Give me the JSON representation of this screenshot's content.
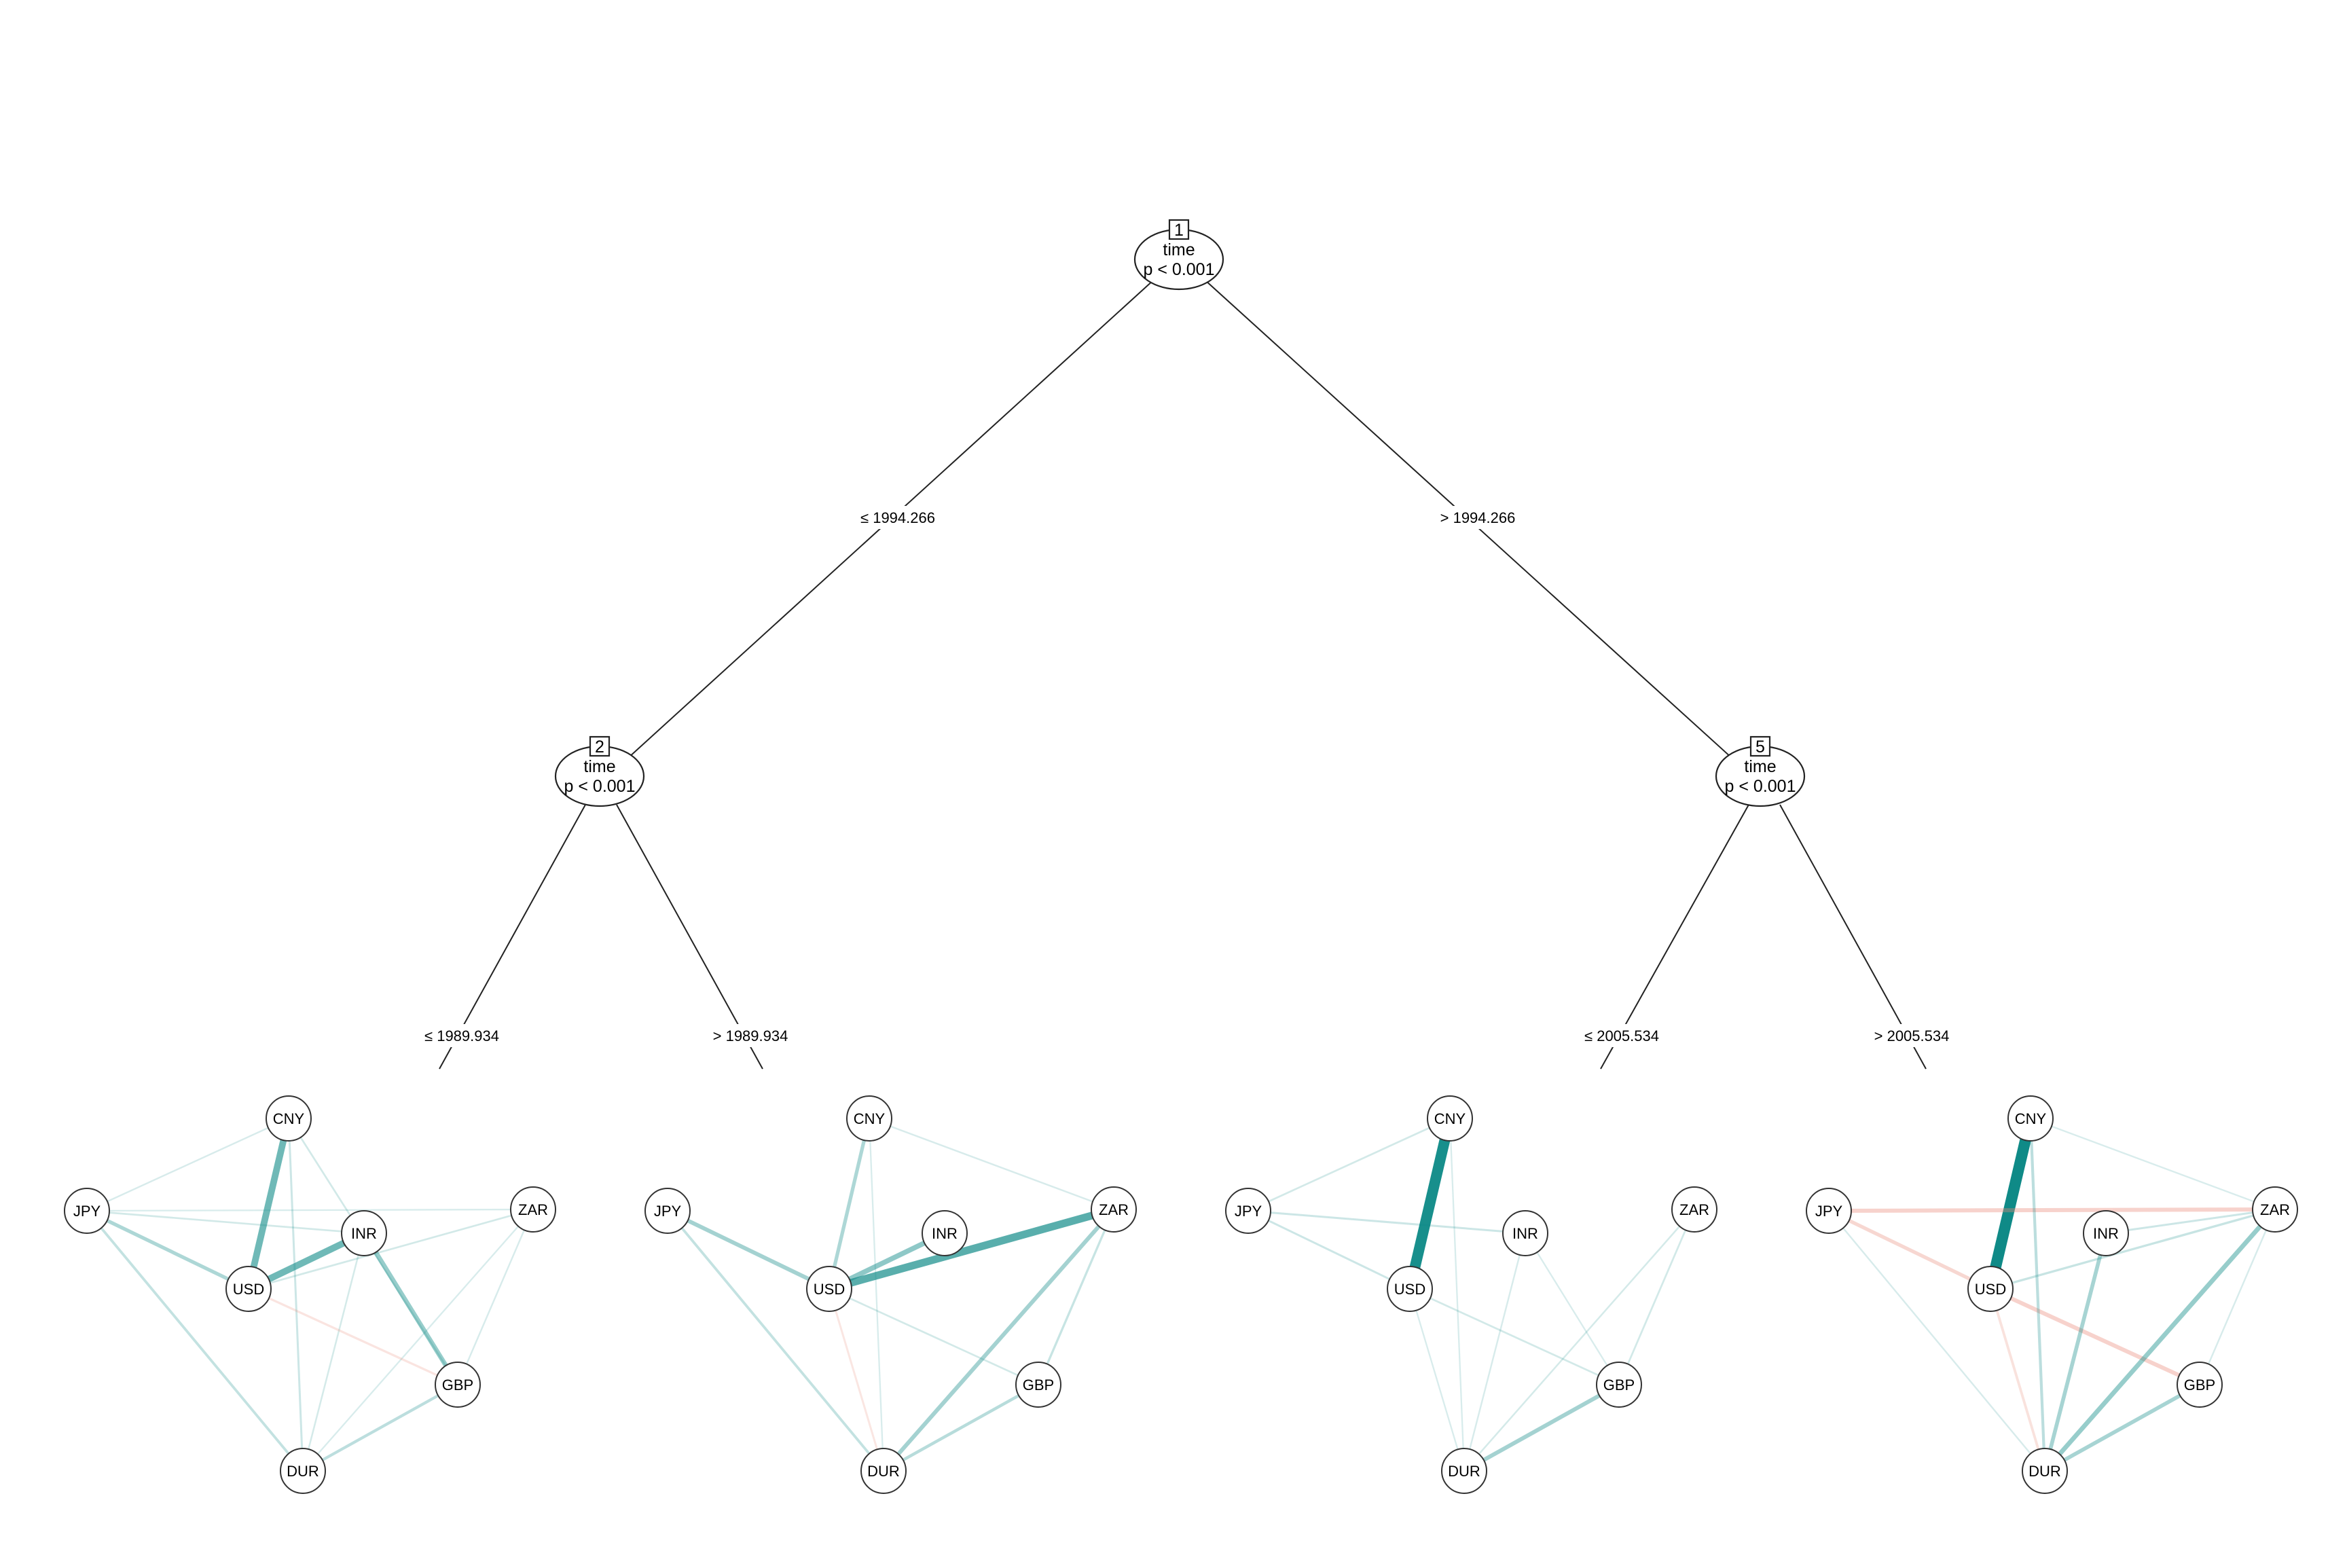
{
  "colors": {
    "positive": "#0f8a87",
    "negative": "#e98a78",
    "tree_line": "#222222",
    "background": "#ffffff"
  },
  "tree": {
    "inner_nodes": [
      {
        "id": "1",
        "variable": "time",
        "pvalue": "p < 0.001"
      },
      {
        "id": "2",
        "variable": "time",
        "pvalue": "p < 0.001"
      },
      {
        "id": "5",
        "variable": "time",
        "pvalue": "p < 0.001"
      }
    ],
    "splits": [
      {
        "from": "1",
        "to": "2",
        "label": "≤ 1994.266"
      },
      {
        "from": "1",
        "to": "5",
        "label": "> 1994.266"
      },
      {
        "from": "2",
        "to": "leaf1",
        "label": "≤ 1989.934"
      },
      {
        "from": "2",
        "to": "leaf2",
        "label": "> 1989.934"
      },
      {
        "from": "5",
        "to": "leaf3",
        "label": "≤ 2005.534"
      },
      {
        "from": "5",
        "to": "leaf4",
        "label": "> 2005.534"
      }
    ]
  },
  "network_nodes": [
    "CNY",
    "JPY",
    "INR",
    "ZAR",
    "USD",
    "GBP",
    "DUR"
  ],
  "leaves": [
    {
      "id": "leaf1",
      "edges": [
        {
          "a": "CNY",
          "b": "USD",
          "w": 0.55
        },
        {
          "a": "USD",
          "b": "INR",
          "w": 0.55
        },
        {
          "a": "INR",
          "b": "GBP",
          "w": 0.35
        },
        {
          "a": "JPY",
          "b": "USD",
          "w": 0.25
        },
        {
          "a": "JPY",
          "b": "DUR",
          "w": 0.15
        },
        {
          "a": "GBP",
          "b": "DUR",
          "w": 0.18
        },
        {
          "a": "CNY",
          "b": "DUR",
          "w": 0.1
        },
        {
          "a": "CNY",
          "b": "GBP",
          "w": 0.08
        },
        {
          "a": "CNY",
          "b": "JPY",
          "w": 0.06
        },
        {
          "a": "JPY",
          "b": "INR",
          "w": 0.08
        },
        {
          "a": "JPY",
          "b": "ZAR",
          "w": 0.05
        },
        {
          "a": "USD",
          "b": "ZAR",
          "w": 0.08
        },
        {
          "a": "INR",
          "b": "DUR",
          "w": 0.07
        },
        {
          "a": "ZAR",
          "b": "GBP",
          "w": 0.06
        },
        {
          "a": "ZAR",
          "b": "DUR",
          "w": 0.05
        },
        {
          "a": "USD",
          "b": "GBP",
          "w": -0.12
        }
      ]
    },
    {
      "id": "leaf2",
      "edges": [
        {
          "a": "USD",
          "b": "ZAR",
          "w": 0.65
        },
        {
          "a": "USD",
          "b": "INR",
          "w": 0.4
        },
        {
          "a": "CNY",
          "b": "USD",
          "w": 0.25
        },
        {
          "a": "JPY",
          "b": "USD",
          "w": 0.3
        },
        {
          "a": "ZAR",
          "b": "DUR",
          "w": 0.3
        },
        {
          "a": "GBP",
          "b": "DUR",
          "w": 0.2
        },
        {
          "a": "JPY",
          "b": "DUR",
          "w": 0.15
        },
        {
          "a": "ZAR",
          "b": "GBP",
          "w": 0.12
        },
        {
          "a": "CNY",
          "b": "ZAR",
          "w": 0.06
        },
        {
          "a": "USD",
          "b": "GBP",
          "w": 0.08
        },
        {
          "a": "CNY",
          "b": "DUR",
          "w": 0.05
        },
        {
          "a": "USD",
          "b": "DUR",
          "w": -0.1
        }
      ]
    },
    {
      "id": "leaf3",
      "edges": [
        {
          "a": "CNY",
          "b": "USD",
          "w": 0.95
        },
        {
          "a": "GBP",
          "b": "DUR",
          "w": 0.3
        },
        {
          "a": "JPY",
          "b": "CNY",
          "w": 0.08
        },
        {
          "a": "JPY",
          "b": "INR",
          "w": 0.1
        },
        {
          "a": "JPY",
          "b": "USD",
          "w": 0.1
        },
        {
          "a": "USD",
          "b": "GBP",
          "w": 0.08
        },
        {
          "a": "ZAR",
          "b": "GBP",
          "w": 0.08
        },
        {
          "a": "INR",
          "b": "DUR",
          "w": 0.06
        },
        {
          "a": "USD",
          "b": "DUR",
          "w": 0.05
        },
        {
          "a": "CNY",
          "b": "DUR",
          "w": 0.05
        },
        {
          "a": "ZAR",
          "b": "DUR",
          "w": 0.07
        },
        {
          "a": "INR",
          "b": "GBP",
          "w": 0.05
        }
      ]
    },
    {
      "id": "leaf4",
      "edges": [
        {
          "a": "CNY",
          "b": "USD",
          "w": 1.0
        },
        {
          "a": "JPY",
          "b": "ZAR",
          "w": -0.3
        },
        {
          "a": "USD",
          "b": "GBP",
          "w": -0.3
        },
        {
          "a": "JPY",
          "b": "USD",
          "w": -0.25
        },
        {
          "a": "ZAR",
          "b": "DUR",
          "w": 0.35
        },
        {
          "a": "INR",
          "b": "DUR",
          "w": 0.28
        },
        {
          "a": "GBP",
          "b": "DUR",
          "w": 0.28
        },
        {
          "a": "CNY",
          "b": "DUR",
          "w": 0.18
        },
        {
          "a": "USD",
          "b": "ZAR",
          "w": 0.12
        },
        {
          "a": "INR",
          "b": "ZAR",
          "w": 0.1
        },
        {
          "a": "USD",
          "b": "DUR",
          "w": -0.15
        },
        {
          "a": "JPY",
          "b": "DUR",
          "w": 0.06
        },
        {
          "a": "CNY",
          "b": "ZAR",
          "w": 0.05
        },
        {
          "a": "ZAR",
          "b": "GBP",
          "w": 0.06
        }
      ]
    }
  ]
}
